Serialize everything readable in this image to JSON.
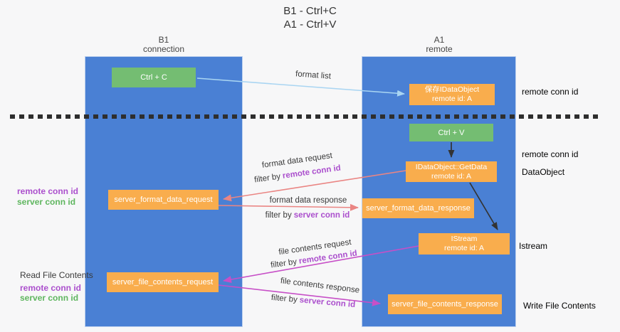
{
  "title": {
    "line1": "B1 - Ctrl+C",
    "line2": "A1 - Ctrl+V"
  },
  "columns": {
    "left": {
      "title": "B1",
      "subtitle": "connection"
    },
    "right": {
      "title": "A1",
      "subtitle": "remote"
    }
  },
  "nodes": {
    "ctrl_c": {
      "label": "Ctrl + C"
    },
    "save_dataobject": {
      "line1": "保存IDataObject",
      "line2": "remote id: A"
    },
    "ctrl_v": {
      "label": "Ctrl + V"
    },
    "getdata": {
      "line1": "IDataObject::GetData",
      "line2": "remote id: A"
    },
    "format_request": {
      "label": "server_format_data_request"
    },
    "format_response": {
      "label": "server_format_data_response"
    },
    "istream": {
      "line1": "IStream",
      "line2": "remote id: A"
    },
    "file_request": {
      "label": "server_file_contents_request"
    },
    "file_response": {
      "label": "server_file_contents_response"
    }
  },
  "edges": {
    "format_list": {
      "label": "format list"
    },
    "format_request": {
      "label": "format data request",
      "filter_prefix": "filter by",
      "filter_key": "remote conn id"
    },
    "format_response": {
      "label": "format data response",
      "filter_prefix": "filter by",
      "filter_key": "server conn id"
    },
    "file_request": {
      "label": "file contents request",
      "filter_prefix": "filter by",
      "filter_key": "remote conn id"
    },
    "file_response": {
      "label": "file contents response",
      "filter_prefix": "filter by",
      "filter_key": "server conn id"
    }
  },
  "annotations": {
    "left_mid": {
      "remote": "remote conn id",
      "server": "server conn id"
    },
    "left_bottom": {
      "title": "Read File Contents",
      "remote": "remote conn id",
      "server": "server conn id"
    },
    "right_top": {
      "remote": "remote conn id"
    },
    "right_mid": {
      "remote": "remote conn id",
      "object": "DataObject"
    },
    "right_istream": {
      "object": "Istream"
    },
    "right_bottom": {
      "object": "Write File Contents"
    }
  },
  "colors": {
    "column_blue": "#4a80d4",
    "box_green": "#74bd72",
    "box_orange": "#f9ad4d",
    "text_purple": "#ab4fcd",
    "text_green": "#5fb65f",
    "arrow_salmon": "#ea8583",
    "arrow_magenta": "#c74fc7",
    "arrow_blue": "#a9d5f2",
    "arrow_black": "#333333"
  }
}
